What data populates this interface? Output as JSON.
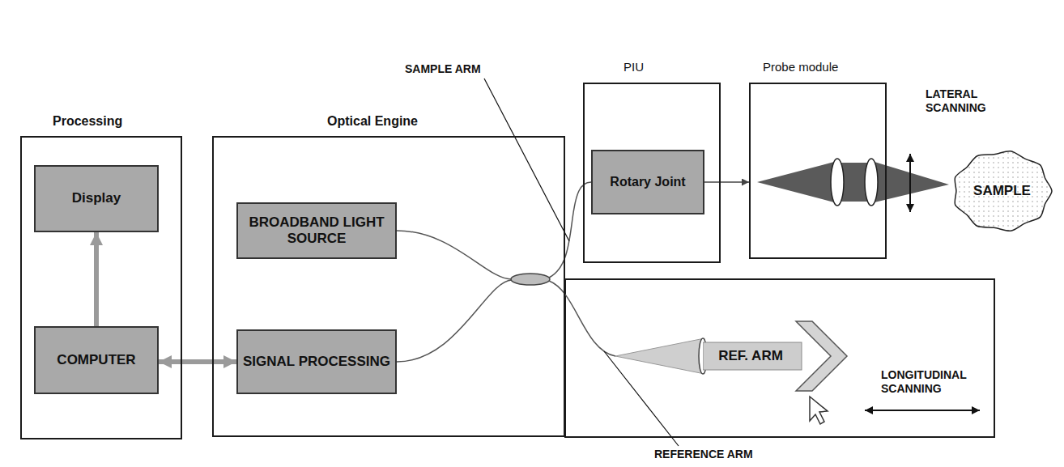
{
  "diagram": {
    "nodes": [
      {
        "text": [
          "Processing"
        ]
      },
      {
        "text": [
          "Display"
        ],
        "in": 0
      },
      {
        "text": [
          "COMPUTER"
        ],
        "in": 0
      },
      {
        "text": [
          "Optical Engine"
        ]
      },
      {
        "text": [
          "BROADBAND LIGHT SOURCE"
        ],
        "in": 3
      },
      {
        "text": [
          "SIGNAL PROCESSING"
        ],
        "in": 3
      },
      {
        "text": [
          "PIU"
        ]
      },
      {
        "text": [
          "Rotary Joint"
        ],
        "in": 6
      },
      {
        "text": [
          "Probe module"
        ]
      },
      {
        "text": [
          "REF. ARM"
        ]
      },
      {
        "text": [
          "SAMPLE"
        ]
      }
    ],
    "edges": [
      {
        "from": 2,
        "to": 1,
        "arrow": "to"
      },
      {
        "from": 2,
        "to": 5,
        "arrow": "both"
      },
      {
        "from": 7,
        "to": 8,
        "arrow": "to"
      }
    ],
    "labels": [
      "SAMPLE ARM",
      "LATERAL SCANNING",
      "LONGITUDINAL SCANNING",
      "REFERENCE ARM"
    ]
  }
}
